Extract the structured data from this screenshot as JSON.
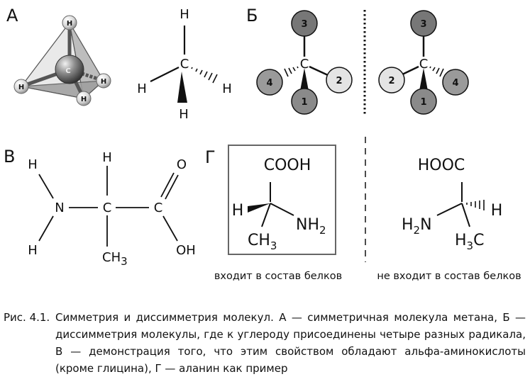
{
  "panels": {
    "a": "А",
    "b": "Б",
    "v": "В",
    "g": "Г"
  },
  "atoms": {
    "h": "H",
    "c": "C",
    "n": "N",
    "o": "O",
    "oh": "OH",
    "ch3_main": "CH",
    "sub3": "3",
    "sub2": "2",
    "cooh": "COOH",
    "hooc": "HOOC",
    "nh2_main": "NH",
    "h2n_pre": "H",
    "h2n_sub": "2",
    "h2n_post": "N",
    "h3c_pre": "H",
    "h3c_sub": "3",
    "h3c_post": "C"
  },
  "radicals": [
    "1",
    "2",
    "3",
    "4"
  ],
  "labels": {
    "in_proteins": "входит в состав белков",
    "not_in_proteins": "не входит в состав белков"
  },
  "caption": {
    "prefix": "Рис. 4.1.",
    "body": "Симметрия и диссимметрия молекул. А — симметричная молекула метана, Б — диссимметрия молекулы, где к углероду присоединены четыре разных радикала, В — демонстрация того, что этим свойством обладают альфа-аминокислоты (кроме глицина), Г — аланин как пример"
  },
  "colors": {
    "radical_1": "#8a8a8a",
    "radical_2": "#e4e4e4",
    "radical_3": "#777777",
    "radical_4": "#9a9a9a"
  }
}
